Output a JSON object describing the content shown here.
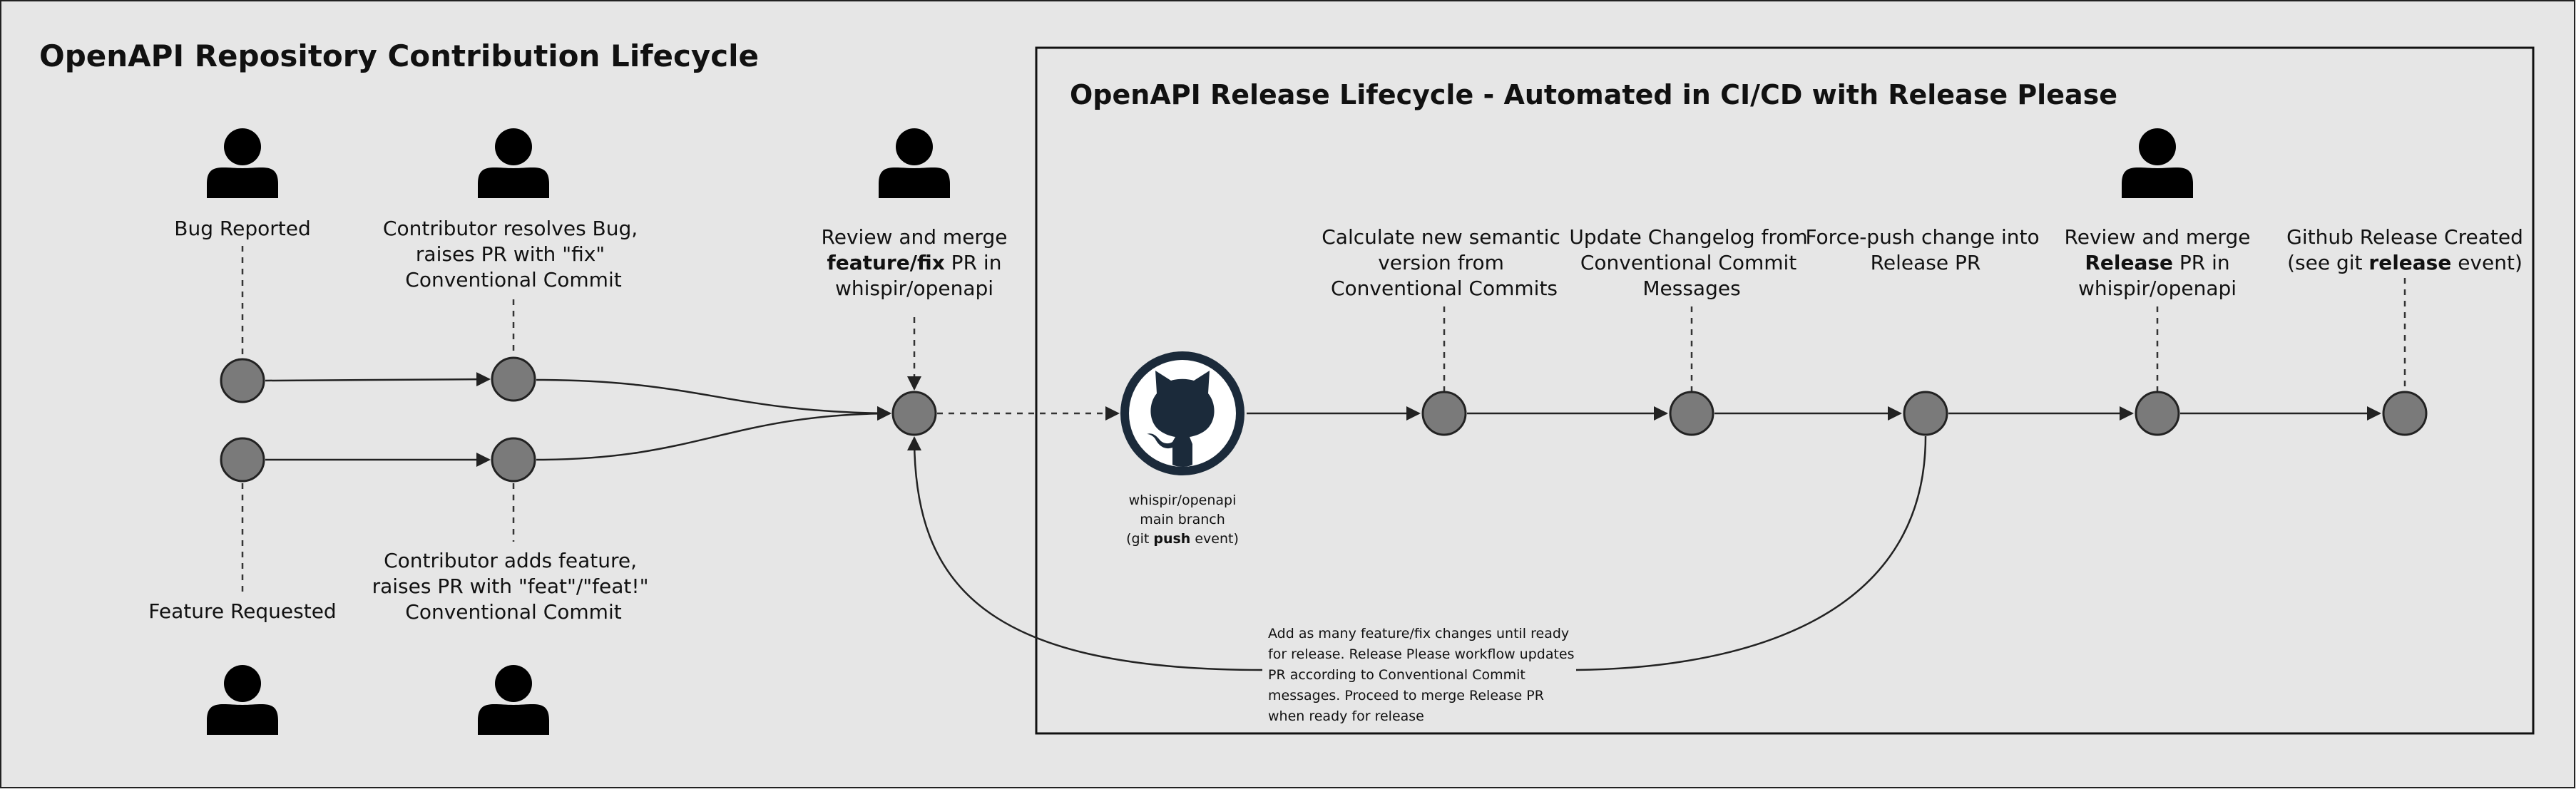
{
  "titles": {
    "main": "OpenAPI Repository Contribution Lifecycle",
    "release_box": "OpenAPI Release Lifecycle - Automated in CI/CD with Release Please"
  },
  "actors": {
    "bug": [
      "Bug Reported"
    ],
    "fix_contributor": [
      "Contributor resolves Bug,",
      "raises PR with \"fix\"",
      "Conventional Commit"
    ],
    "reviewer": [
      [
        {
          "t": "Review and merge",
          "b": false
        }
      ],
      [
        {
          "t": "feature/fix",
          "b": true
        },
        {
          "t": " PR in",
          "b": false
        }
      ],
      [
        {
          "t": "whispir/openapi",
          "b": false
        }
      ]
    ],
    "feature_contributor": [
      "Contributor adds feature,",
      "raises PR with \"feat\"/\"feat!\"",
      "Conventional Commit"
    ],
    "feature": [
      "Feature Requested"
    ]
  },
  "repo": {
    "icon": "github-octocat-icon",
    "caption": [
      [
        {
          "t": "whispir/openapi",
          "b": false
        }
      ],
      [
        {
          "t": "main branch",
          "b": false
        }
      ],
      [
        {
          "t": "(git ",
          "b": false
        },
        {
          "t": "push",
          "b": true
        },
        {
          "t": " event)",
          "b": false
        }
      ]
    ]
  },
  "steps": {
    "semver": [
      "Calculate new semantic",
      "version from",
      "Conventional Commits"
    ],
    "changelog": [
      "Update Changelog from",
      "Conventional Commit",
      "Messages"
    ],
    "force_push": [
      "Force-push change into",
      "Release PR"
    ],
    "release_review": [
      [
        {
          "t": "Review and merge",
          "b": false
        }
      ],
      [
        {
          "t": "Release",
          "b": true
        },
        {
          "t": " PR in",
          "b": false
        }
      ],
      [
        {
          "t": "whispir/openapi",
          "b": false
        }
      ]
    ],
    "github_release": [
      [
        {
          "t": "Github Release Created",
          "b": false
        }
      ],
      [
        {
          "t": "(see git ",
          "b": false
        },
        {
          "t": "release",
          "b": true
        },
        {
          "t": " event)",
          "b": false
        }
      ]
    ]
  },
  "loop_note": [
    "Add as many feature/fix changes until ready",
    "for release. Release Please workflow updates",
    "PR according to Conventional Commit",
    "messages. Proceed to merge Release PR",
    "when ready for release"
  ],
  "colors": {
    "background": "#e6e6e6",
    "node_fill": "#7a7a7a",
    "github_navy": "#1b2a3a"
  }
}
